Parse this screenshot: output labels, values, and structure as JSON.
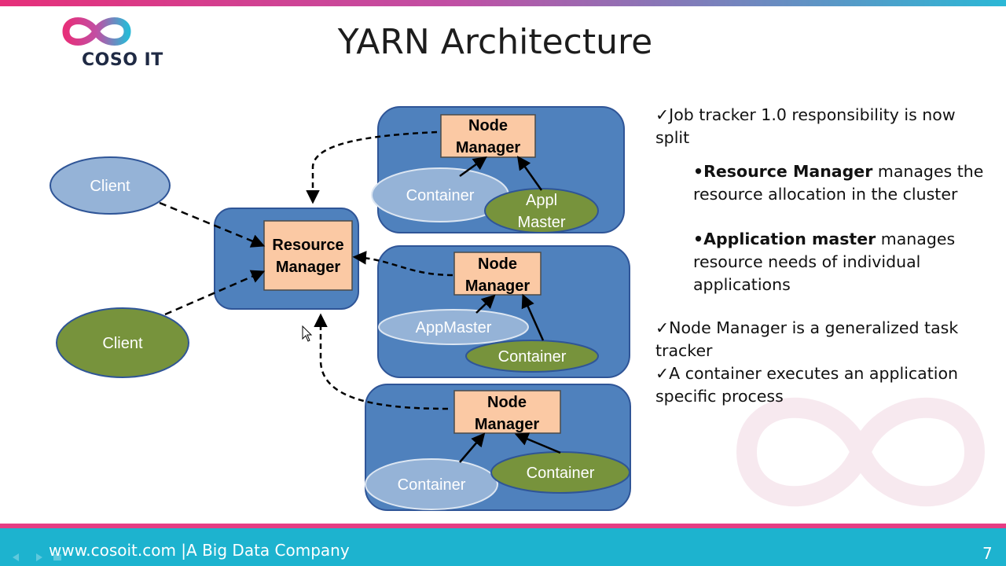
{
  "slide": {
    "title": "YARN Architecture",
    "logo_text": "COSO IT",
    "footer_text": "www.cosoit.com |A Big Data Company",
    "page_number": "7"
  },
  "colors": {
    "box_blue": "#4f81bd",
    "manager_orange": "#fbc9a4",
    "client_light_blue": "#95b3d7",
    "client_green": "#77933c",
    "accent_pink": "#e63d84",
    "footer_cyan": "#1db3cf"
  },
  "diagram": {
    "resource_manager": {
      "line1": "Resource",
      "line2": "Manager"
    },
    "clients": [
      {
        "label": "Client"
      },
      {
        "label": "Client"
      }
    ],
    "nodes": [
      {
        "manager_line1": "Node",
        "manager_line2": "Manager",
        "light_label": "Container",
        "green_line1": "Appl",
        "green_line2": "Master"
      },
      {
        "manager_line1": "Node",
        "manager_line2": "Manager",
        "light_label": "AppMaster",
        "green_label": "Container"
      },
      {
        "manager_line1": "Node",
        "manager_line2": "Manager",
        "light_label": "Container",
        "green_label": "Container"
      }
    ]
  },
  "bullets": {
    "b1": "✓Job tracker 1.0 responsibility is now split",
    "s1_bold": "•Resource Manager",
    "s1_rest": " manages the resource allocation in the cluster",
    "s2_bold": "•Application master",
    "s2_rest": " manages resource needs of individual applications",
    "b2": "✓Node Manager is a generalized task tracker",
    "b3": "✓A container executes an application specific process"
  }
}
